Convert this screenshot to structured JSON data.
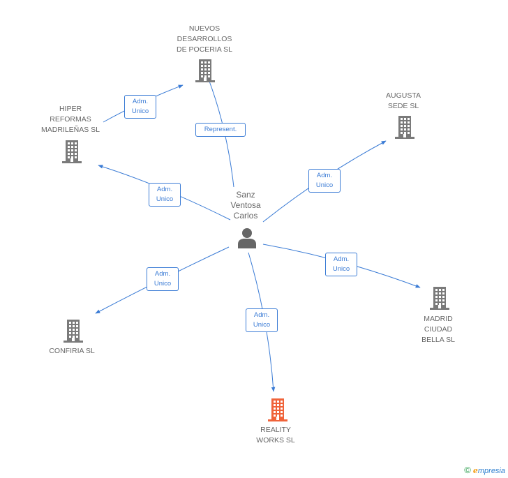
{
  "person": {
    "label": "Sanz\nVentosa\nCarlos"
  },
  "companies": [
    {
      "id": "nuevos",
      "label": "NUEVOS\nDESARROLLOS\nDE POCERIA SL",
      "color": "#7a7a7a"
    },
    {
      "id": "augusta",
      "label": "AUGUSTA\nSEDE SL",
      "color": "#7a7a7a"
    },
    {
      "id": "hiper",
      "label": "HIPER\nREFORMAS\nMADRILEÑAS SL",
      "color": "#7a7a7a"
    },
    {
      "id": "confiria",
      "label": "CONFIRIA SL",
      "color": "#7a7a7a"
    },
    {
      "id": "reality",
      "label": "REALITY\nWORKS SL",
      "color": "#f0633a"
    },
    {
      "id": "madrid",
      "label": "MADRID\nCIUDAD\nBELLA SL",
      "color": "#7a7a7a"
    }
  ],
  "relations": [
    {
      "id": "hiper-nuevos",
      "label": "Adm.\nUnico"
    },
    {
      "id": "represent",
      "label": "Represent."
    },
    {
      "id": "augusta",
      "label": "Adm.\nUnico"
    },
    {
      "id": "hiper",
      "label": "Adm.\nUnico"
    },
    {
      "id": "confiria",
      "label": "Adm.\nUnico"
    },
    {
      "id": "reality",
      "label": "Adm.\nUnico"
    },
    {
      "id": "madrid",
      "label": "Adm.\nUnico"
    }
  ],
  "colors": {
    "edge": "#3a7bd5",
    "person": "#666666"
  },
  "footer": {
    "copyright": "©",
    "brand_e": "e",
    "brand_rest": "mpresia"
  }
}
